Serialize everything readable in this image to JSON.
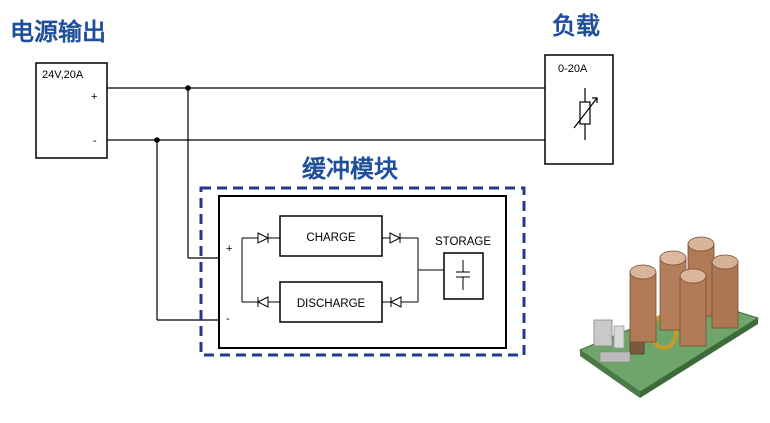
{
  "headings": {
    "power_supply": "电源输出",
    "load": "负载",
    "buffer_module": "缓冲模块"
  },
  "power_supply": {
    "rating": "24V,20A",
    "plus": "+",
    "minus": "-"
  },
  "load": {
    "rating": "0-20A"
  },
  "module": {
    "plus": "+",
    "minus": "-",
    "charge": "CHARGE",
    "discharge": "DISCHARGE",
    "storage": "STORAGE"
  },
  "colors": {
    "heading": "#1f4e9a",
    "dashed_border": "#233a8c",
    "wire": "#000000"
  }
}
